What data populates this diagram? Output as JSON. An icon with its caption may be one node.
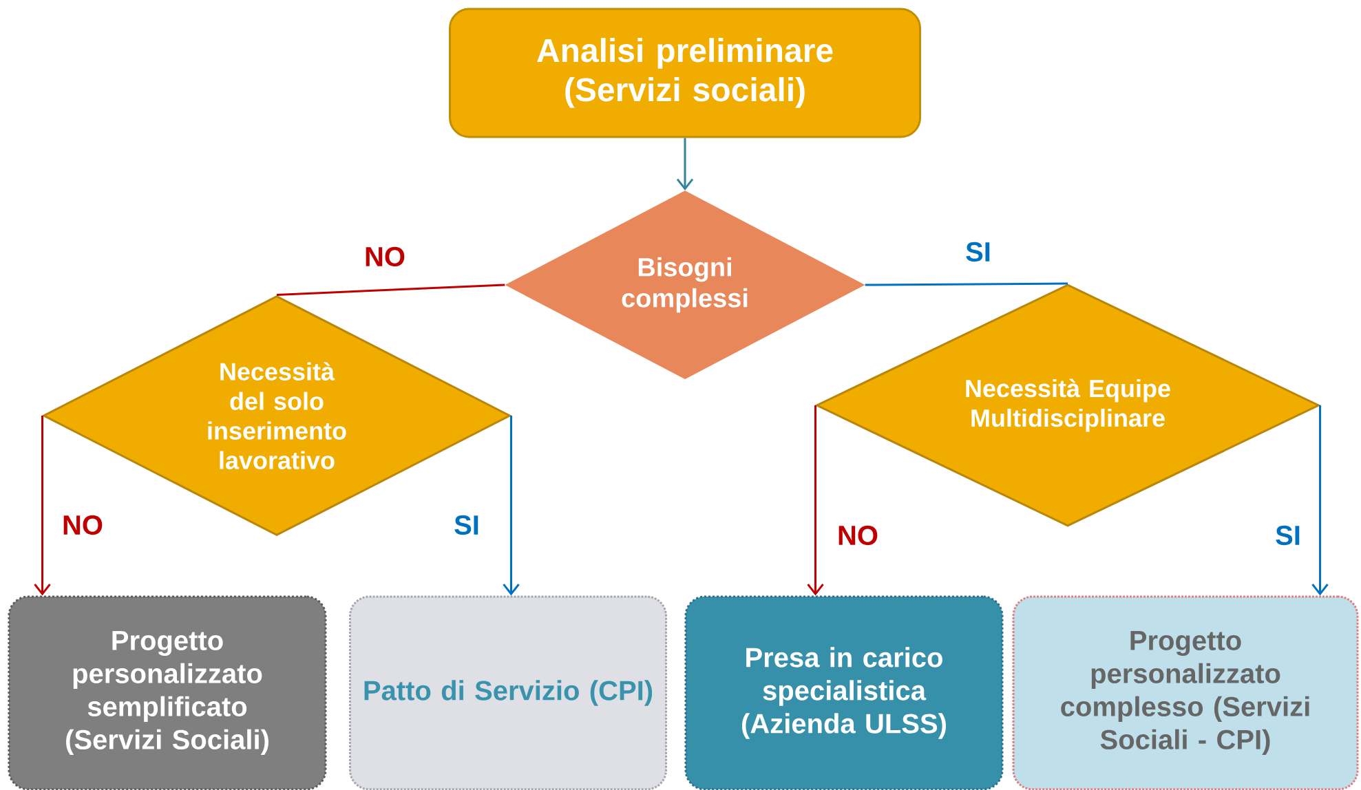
{
  "diagram": {
    "nodes": [
      {
        "text": [
          "Analisi preliminare (Servizi sociali)"
        ]
      },
      {
        "text": [
          "Bisogni complessi"
        ]
      },
      {
        "text": [
          "Necessità del solo inserimento lavorativo"
        ]
      },
      {
        "text": [
          "Necessità Equipe Multidisciplinare"
        ]
      },
      {
        "text": [
          "Progetto personalizzato semplificato (Servizi Sociali)"
        ]
      },
      {
        "text": [
          "Patto di Servizio (CPI)"
        ]
      },
      {
        "text": [
          "Presa in carico specialistica (Azienda ULSS)"
        ]
      },
      {
        "text": [
          "Progetto personalizzato complesso (Servizi Sociali - CPI)"
        ]
      }
    ],
    "edges": [
      {
        "from": 0,
        "to": 1,
        "arrow": "to",
        "color": "#31849b"
      },
      {
        "from": 1,
        "to": 2,
        "arrow": "none",
        "label": "NO",
        "color": "#c00000"
      },
      {
        "from": 1,
        "to": 3,
        "arrow": "none",
        "label": "SI",
        "color": "#0070c0"
      },
      {
        "from": 2,
        "to": 4,
        "arrow": "to",
        "label": "NO",
        "color": "#c00000"
      },
      {
        "from": 2,
        "to": 5,
        "arrow": "to",
        "label": "SI",
        "color": "#0070c0"
      },
      {
        "from": 3,
        "to": 6,
        "arrow": "to",
        "label": "NO",
        "color": "#c00000"
      },
      {
        "from": 3,
        "to": 7,
        "arrow": "to",
        "label": "SI",
        "color": "#0070c0"
      }
    ]
  }
}
